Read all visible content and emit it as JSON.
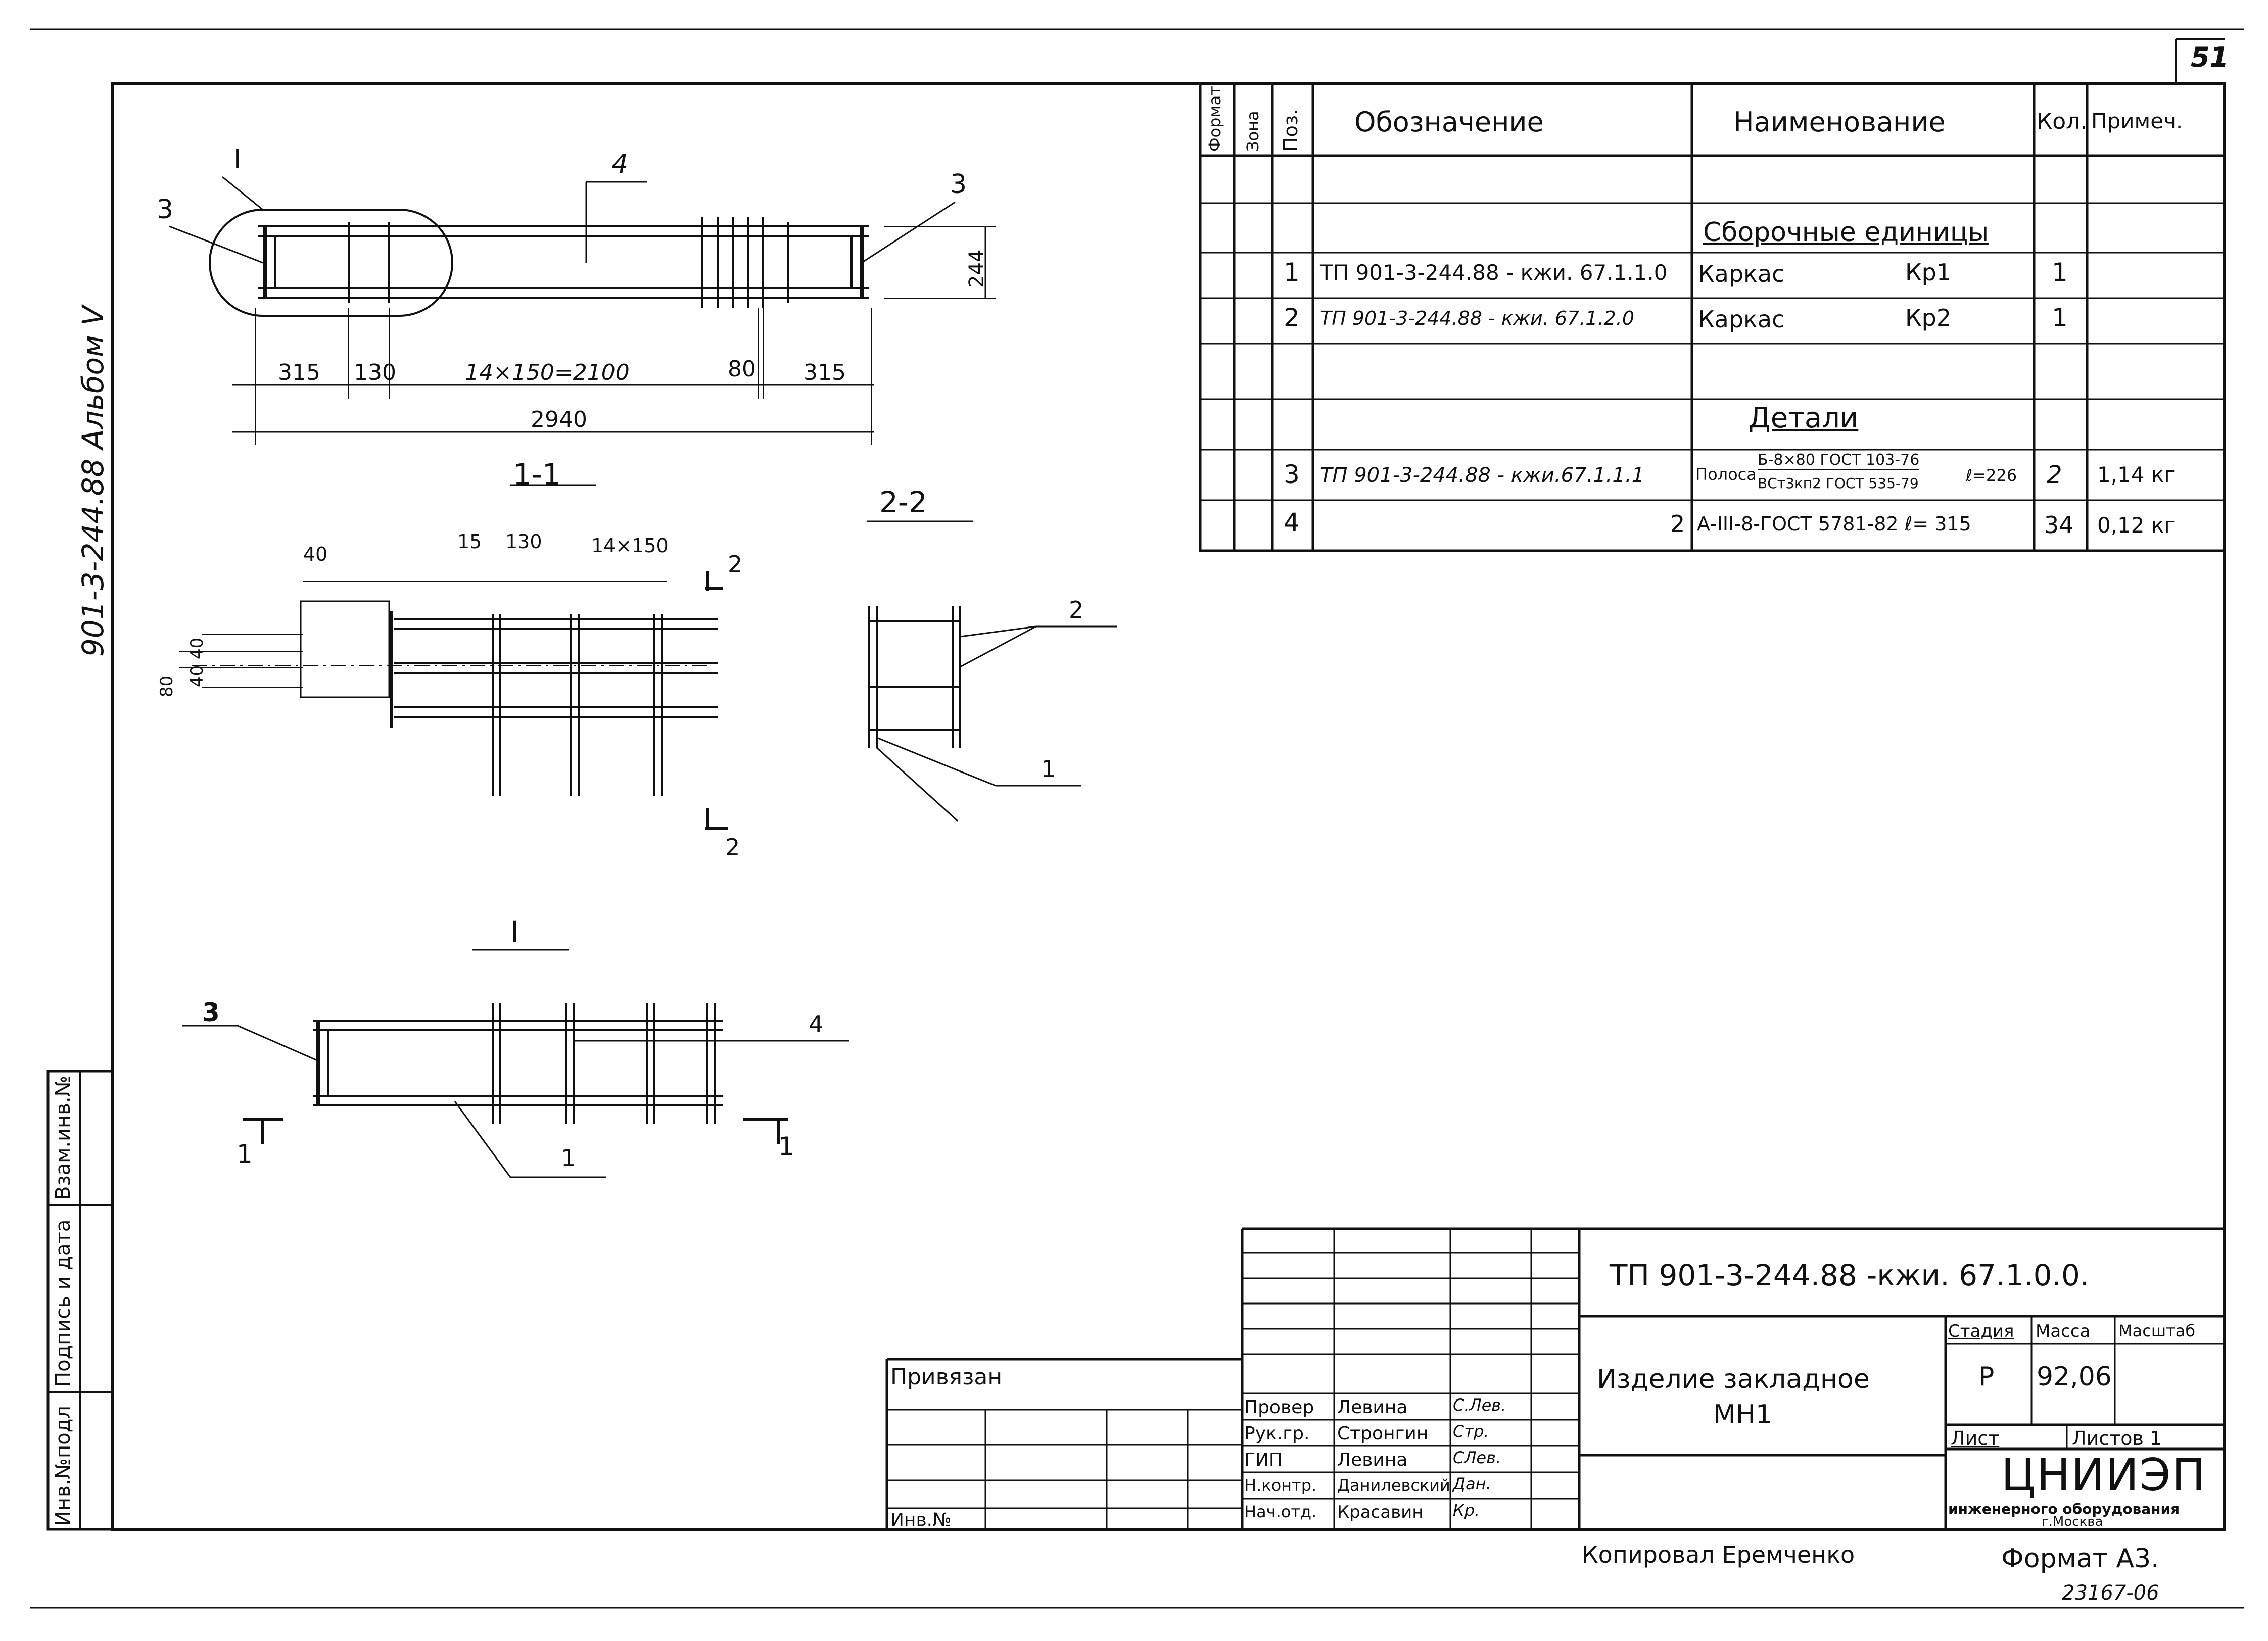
{
  "page_number": "51",
  "album": {
    "code": "901-3-244.88",
    "label": "Альбом V"
  },
  "side_stamp": {
    "inv_podl": "Инв.№подл",
    "sign_date": "Подпись и дата",
    "vzam_inv": "Взам.инв.№"
  },
  "drawing": {
    "views": {
      "section_1": "1-1",
      "section_2": "2-2",
      "detail": "I"
    },
    "dims_main": {
      "d1": "315",
      "d2": "130",
      "d3": "14×150=2100",
      "d4": "80",
      "d5": "315",
      "total": "2940",
      "height": "244"
    },
    "dims_section": {
      "a": "40",
      "b": "15",
      "c": "130",
      "d": "14×150",
      "e": "40",
      "f": "40",
      "g": "80"
    },
    "pos_labels": [
      "1",
      "2",
      "3",
      "4",
      "I"
    ],
    "section_marks": [
      "2",
      "2",
      "1",
      "1"
    ]
  },
  "spec_table": {
    "headers": {
      "format": "Формат",
      "zone": "Зона",
      "pos": "Поз.",
      "designation": "Обозначение",
      "name": "Наименование",
      "qty": "Кол.",
      "note": "Примеч."
    },
    "section_assemblies": "Сборочные единицы",
    "section_details": "Детали",
    "rows": [
      {
        "pos": "1",
        "designation": "ТП 901-3-244.88 - кжи. 67.1.1.0",
        "name": "Каркас",
        "mark": "Кр1",
        "qty": "1",
        "note": ""
      },
      {
        "pos": "2",
        "designation": "ТП 901-3-244.88 - кжи. 67.1.2.0",
        "name": "Каркас",
        "mark": "Кр2",
        "qty": "1",
        "note": ""
      },
      {
        "pos": "3",
        "designation": "ТП 901-3-244.88 - кжи.67.1.1.1",
        "name_prefix": "Полоса",
        "name_num": "Б-8×80 ГОСТ 103-76",
        "name_den": "ВСт3кп2 ГОСТ 535-79",
        "name_len": "ℓ=226",
        "qty": "2",
        "note": "1,14 кг"
      },
      {
        "pos": "4",
        "designation": "2",
        "name": "А-III-8-ГОСТ 5781-82  ℓ= 315",
        "qty": "34",
        "note": "0,12 кг"
      }
    ]
  },
  "title_block": {
    "code": "ТП 901-3-244.88   -кжи. 67.1.0.0.",
    "title_line1": "Изделие закладное",
    "title_line2": "МН1",
    "privyazan": "Привязан",
    "inv_no": "Инв.№",
    "stage_label": "Стадия",
    "mass_label": "Масса",
    "scale_label": "Масштаб",
    "stage": "Р",
    "mass": "92,06",
    "scale": "",
    "sheet_label": "Лист",
    "sheets_label": "Листов 1",
    "org_name": "ЦНИИЭП",
    "org_sub": "инженерного оборудования",
    "org_city": "г.Москва",
    "signers": [
      {
        "role": "Провер",
        "name": "Левина",
        "sign": "С.Лев."
      },
      {
        "role": "Рук.гр.",
        "name": "Стронгин",
        "sign": "Стр."
      },
      {
        "role": "ГИП",
        "name": "Левина",
        "sign": "СЛев."
      },
      {
        "role": "Н.контр.",
        "name": "Данилевский",
        "sign": "Дан."
      },
      {
        "role": "Нач.отд.",
        "name": "Красавин",
        "sign": "Кр."
      }
    ]
  },
  "footer": {
    "copied": "Копировал Еремченко",
    "format": "Формат А3.",
    "number": "23167-06"
  }
}
